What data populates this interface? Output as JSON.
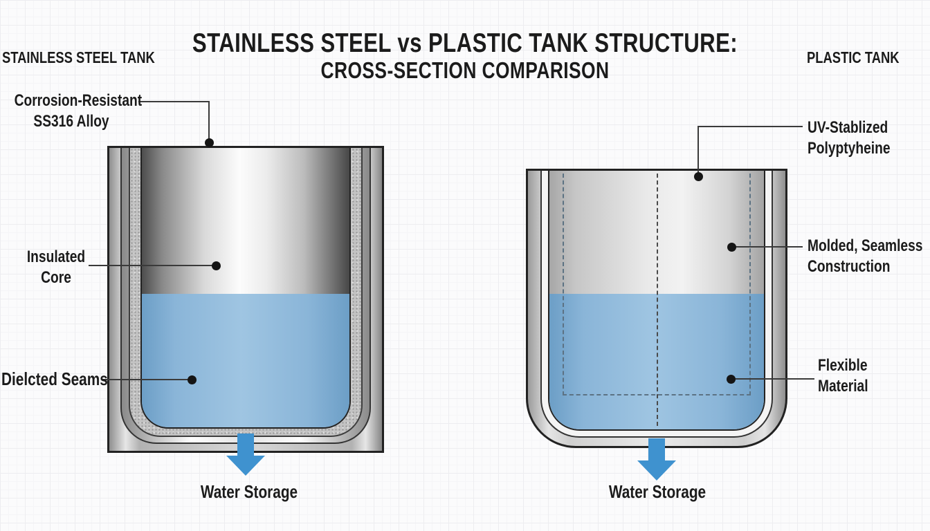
{
  "title": {
    "line1": "STAINLESS STEEL vs PLASTIC TANK STRUCTURE:",
    "line2": "CROSS-SECTION COMPARISON"
  },
  "left_panel": {
    "heading": "STAINLESS STEEL TANK",
    "callouts": {
      "alloy": {
        "line1": "Corrosion-Resistant",
        "line2": "SS316 Alloy"
      },
      "core": {
        "line1": "Insulated",
        "line2": "Core"
      },
      "seams": {
        "line1": "Dielcted Seams"
      }
    },
    "caption": "Water Storage"
  },
  "right_panel": {
    "heading": "PLASTIC TANK",
    "callouts": {
      "material": {
        "line1": "UV-Stablized",
        "line2": "Polyptyheine"
      },
      "construction": {
        "line1": "Molded, Seamless",
        "line2": "Construction"
      },
      "flexibility": {
        "line1": "Flexible",
        "line2": "Material"
      }
    },
    "caption": "Water Storage"
  },
  "colors": {
    "water_fill": "#8fb8da",
    "arrow_blue": "#3f92cf",
    "text_ink": "#1b1b1b",
    "callout_line": "#3a3a3a",
    "insulation_gray": "#c3c3c3",
    "grid_line": "#ededf0"
  }
}
